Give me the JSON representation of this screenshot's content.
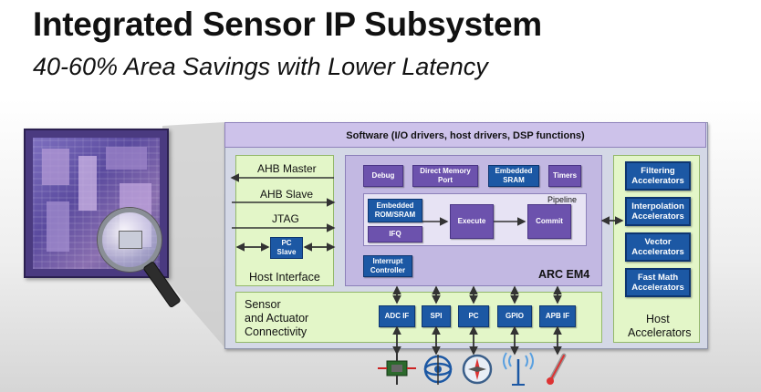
{
  "header": {
    "title": "Integrated Sensor IP Subsystem",
    "subtitle": "40-60% Area Savings with Lower Latency"
  },
  "software_bar": {
    "label": "Software (I/O drivers, host drivers, DSP functions)"
  },
  "host_interface": {
    "items": [
      "AHB Master",
      "AHB Slave",
      "JTAG"
    ],
    "pc_slave": "PC Slave",
    "label": "Host Interface"
  },
  "arc": {
    "top_blocks": [
      "Debug",
      "Direct Memory Port",
      "Embedded SRAM",
      "Timers"
    ],
    "pipeline_label": "Pipeline",
    "embedded_rom": "Embedded ROM/SRAM",
    "ifq": "IFQ",
    "execute": "Execute",
    "commit": "Commit",
    "interrupt": "Interrupt Controller",
    "name": "ARC EM4"
  },
  "sensor": {
    "label_line1": "Sensor",
    "label_line2": "and Actuator",
    "label_line3": "Connectivity",
    "ports": [
      "ADC IF",
      "SPI",
      "PC",
      "GPIO",
      "APB IF"
    ]
  },
  "host_accelerators": {
    "items": [
      "Filtering Accelerators",
      "Interpolation Accelerators",
      "Vector Accelerators",
      "Fast Math Accelerators"
    ],
    "label_line1": "Host",
    "label_line2": "Accelerators"
  },
  "icons": [
    "circuit-sensor-icon",
    "gyroscope-icon",
    "compass-icon",
    "antenna-icon",
    "thermometer-icon"
  ],
  "colors": {
    "purple_block": "#6c52ad",
    "blue_block": "#1c58a4",
    "green_panel": "#e3f6c8",
    "arc_bg": "#c2b8e2"
  }
}
